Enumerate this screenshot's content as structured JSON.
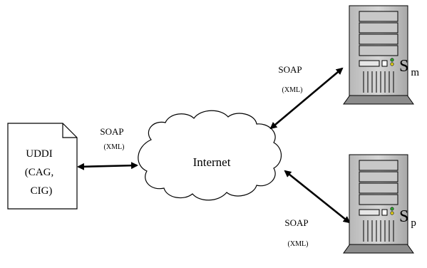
{
  "uddi": {
    "line1": "UDDI",
    "line2": "(CAG,",
    "line3": "CIG)"
  },
  "cloud": {
    "label": "Internet"
  },
  "links": [
    {
      "protocol": "SOAP",
      "format": "(XML)"
    },
    {
      "protocol": "SOAP",
      "format": "(XML)"
    },
    {
      "protocol": "SOAP",
      "format": "(XML)"
    }
  ],
  "servers": [
    {
      "letter": "S",
      "subscript": "m"
    },
    {
      "letter": "S",
      "subscript": "p"
    }
  ]
}
